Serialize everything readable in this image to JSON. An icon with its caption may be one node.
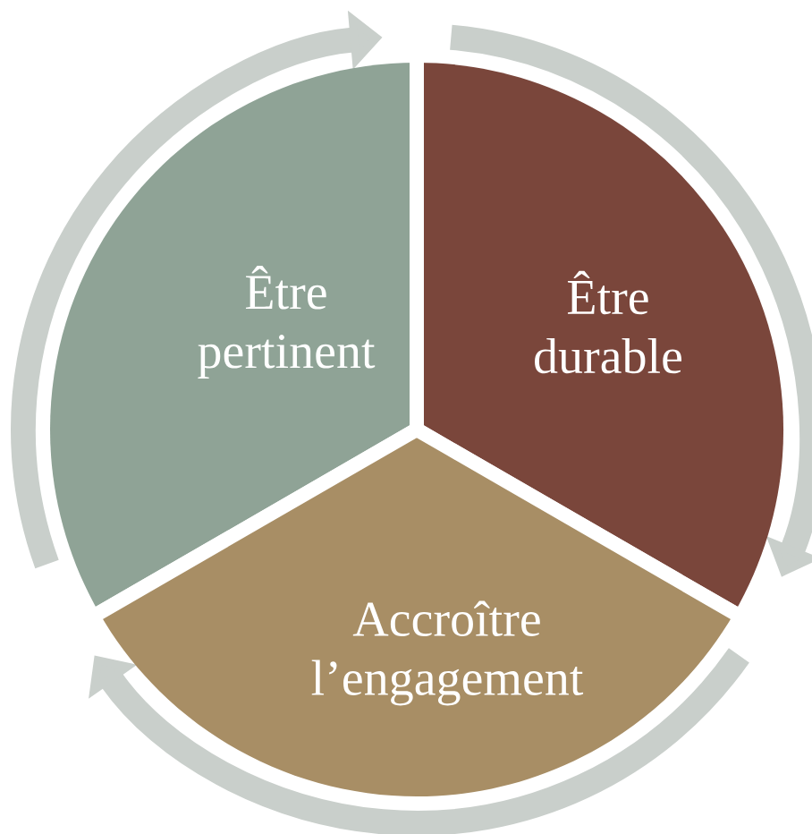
{
  "diagram": {
    "nodes": [
      {
        "text": [
          "Être pertinent"
        ]
      },
      {
        "text": [
          "Être durable"
        ]
      },
      {
        "text": [
          "Accroître l’engagement"
        ]
      }
    ]
  }
}
